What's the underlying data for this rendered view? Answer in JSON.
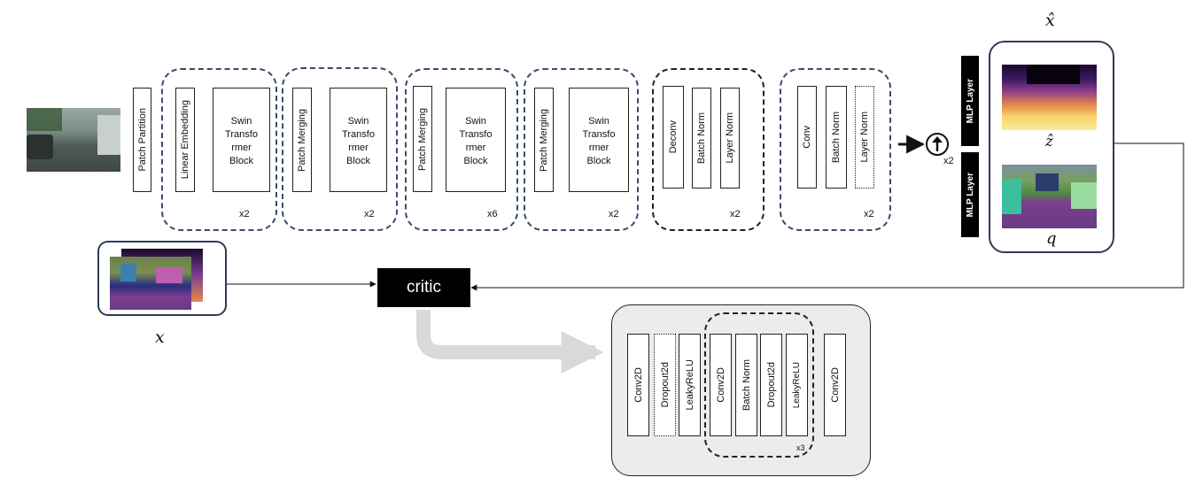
{
  "encoder": {
    "patch_partition": "Patch Partition",
    "stage1": {
      "embed": "Linear Embedding",
      "block": "Swin\nTransfo\nrmer\nBlock",
      "repeat": "x2"
    },
    "stage2": {
      "merge": "Patch Merging",
      "block": "Swin\nTransfo\nrmer\nBlock",
      "repeat": "x2"
    },
    "stage3": {
      "merge": "Patch Merging",
      "block": "Swin\nTransfo\nrmer\nBlock",
      "repeat": "x6"
    },
    "stage4": {
      "merge": "Patch Merging",
      "block": "Swin\nTransfo\nrmer\nBlock",
      "repeat": "x2"
    }
  },
  "decoder": {
    "deconv_group": {
      "a": "Deconv",
      "b": "Batch Norm",
      "c": "Layer Norm",
      "repeat": "x2"
    },
    "conv_group": {
      "a": "Conv",
      "b": "Batch Norm",
      "c": "Layer Norm",
      "repeat": "x2"
    },
    "upsample_repeat": "x2"
  },
  "outputs": {
    "mlp_top": "MLP Layer",
    "mlp_bottom": "MLP Layer",
    "x_hat": "x̂",
    "z_hat": "ẑ",
    "q": "q"
  },
  "input_label": "x",
  "critic": {
    "label": "critic",
    "layers": [
      "Conv2D",
      "Dropout2d",
      "LeakyReLU"
    ],
    "inner_layers": [
      "Conv2D",
      "Batch Norm",
      "Dropout2d",
      "LeakyReLU"
    ],
    "inner_repeat": "x3",
    "final_layer": "Conv2D"
  },
  "colors": {
    "group_border": "#3a4b6b",
    "critic_bg": "#000000",
    "critic_panel_bg": "#ececec",
    "gray_arrow": "#d9d9d9"
  }
}
